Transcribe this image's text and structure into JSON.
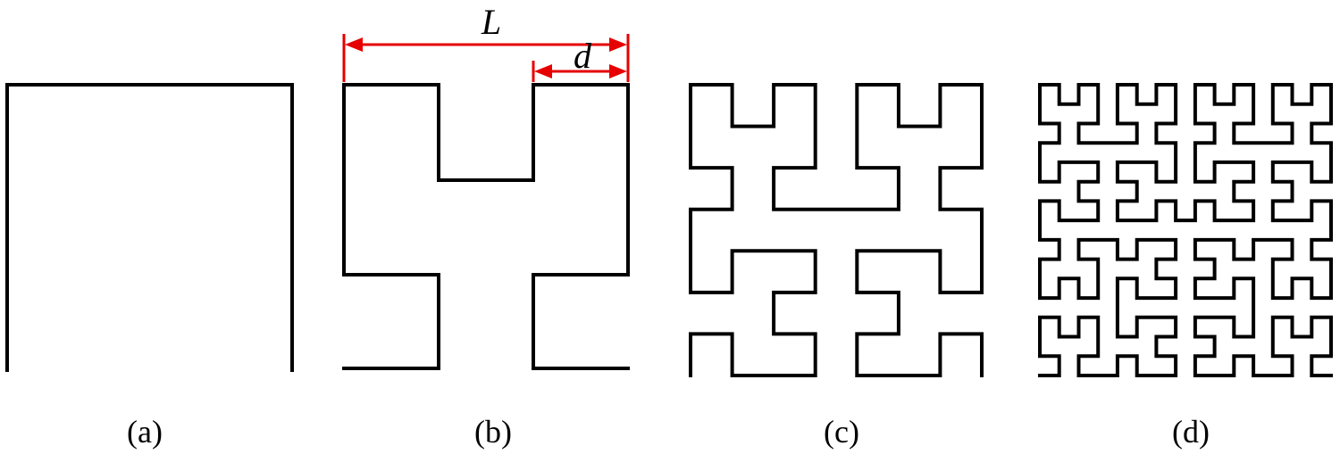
{
  "panels": [
    {
      "label": "(a)",
      "order": 1
    },
    {
      "label": "(b)",
      "order": 2
    },
    {
      "label": "(c)",
      "order": 3
    },
    {
      "label": "(d)",
      "order": 4
    }
  ],
  "dimensions": {
    "overall_label": "L",
    "segment_label": "d"
  },
  "colors": {
    "curve": "#000000",
    "dimension": "#e60000"
  }
}
